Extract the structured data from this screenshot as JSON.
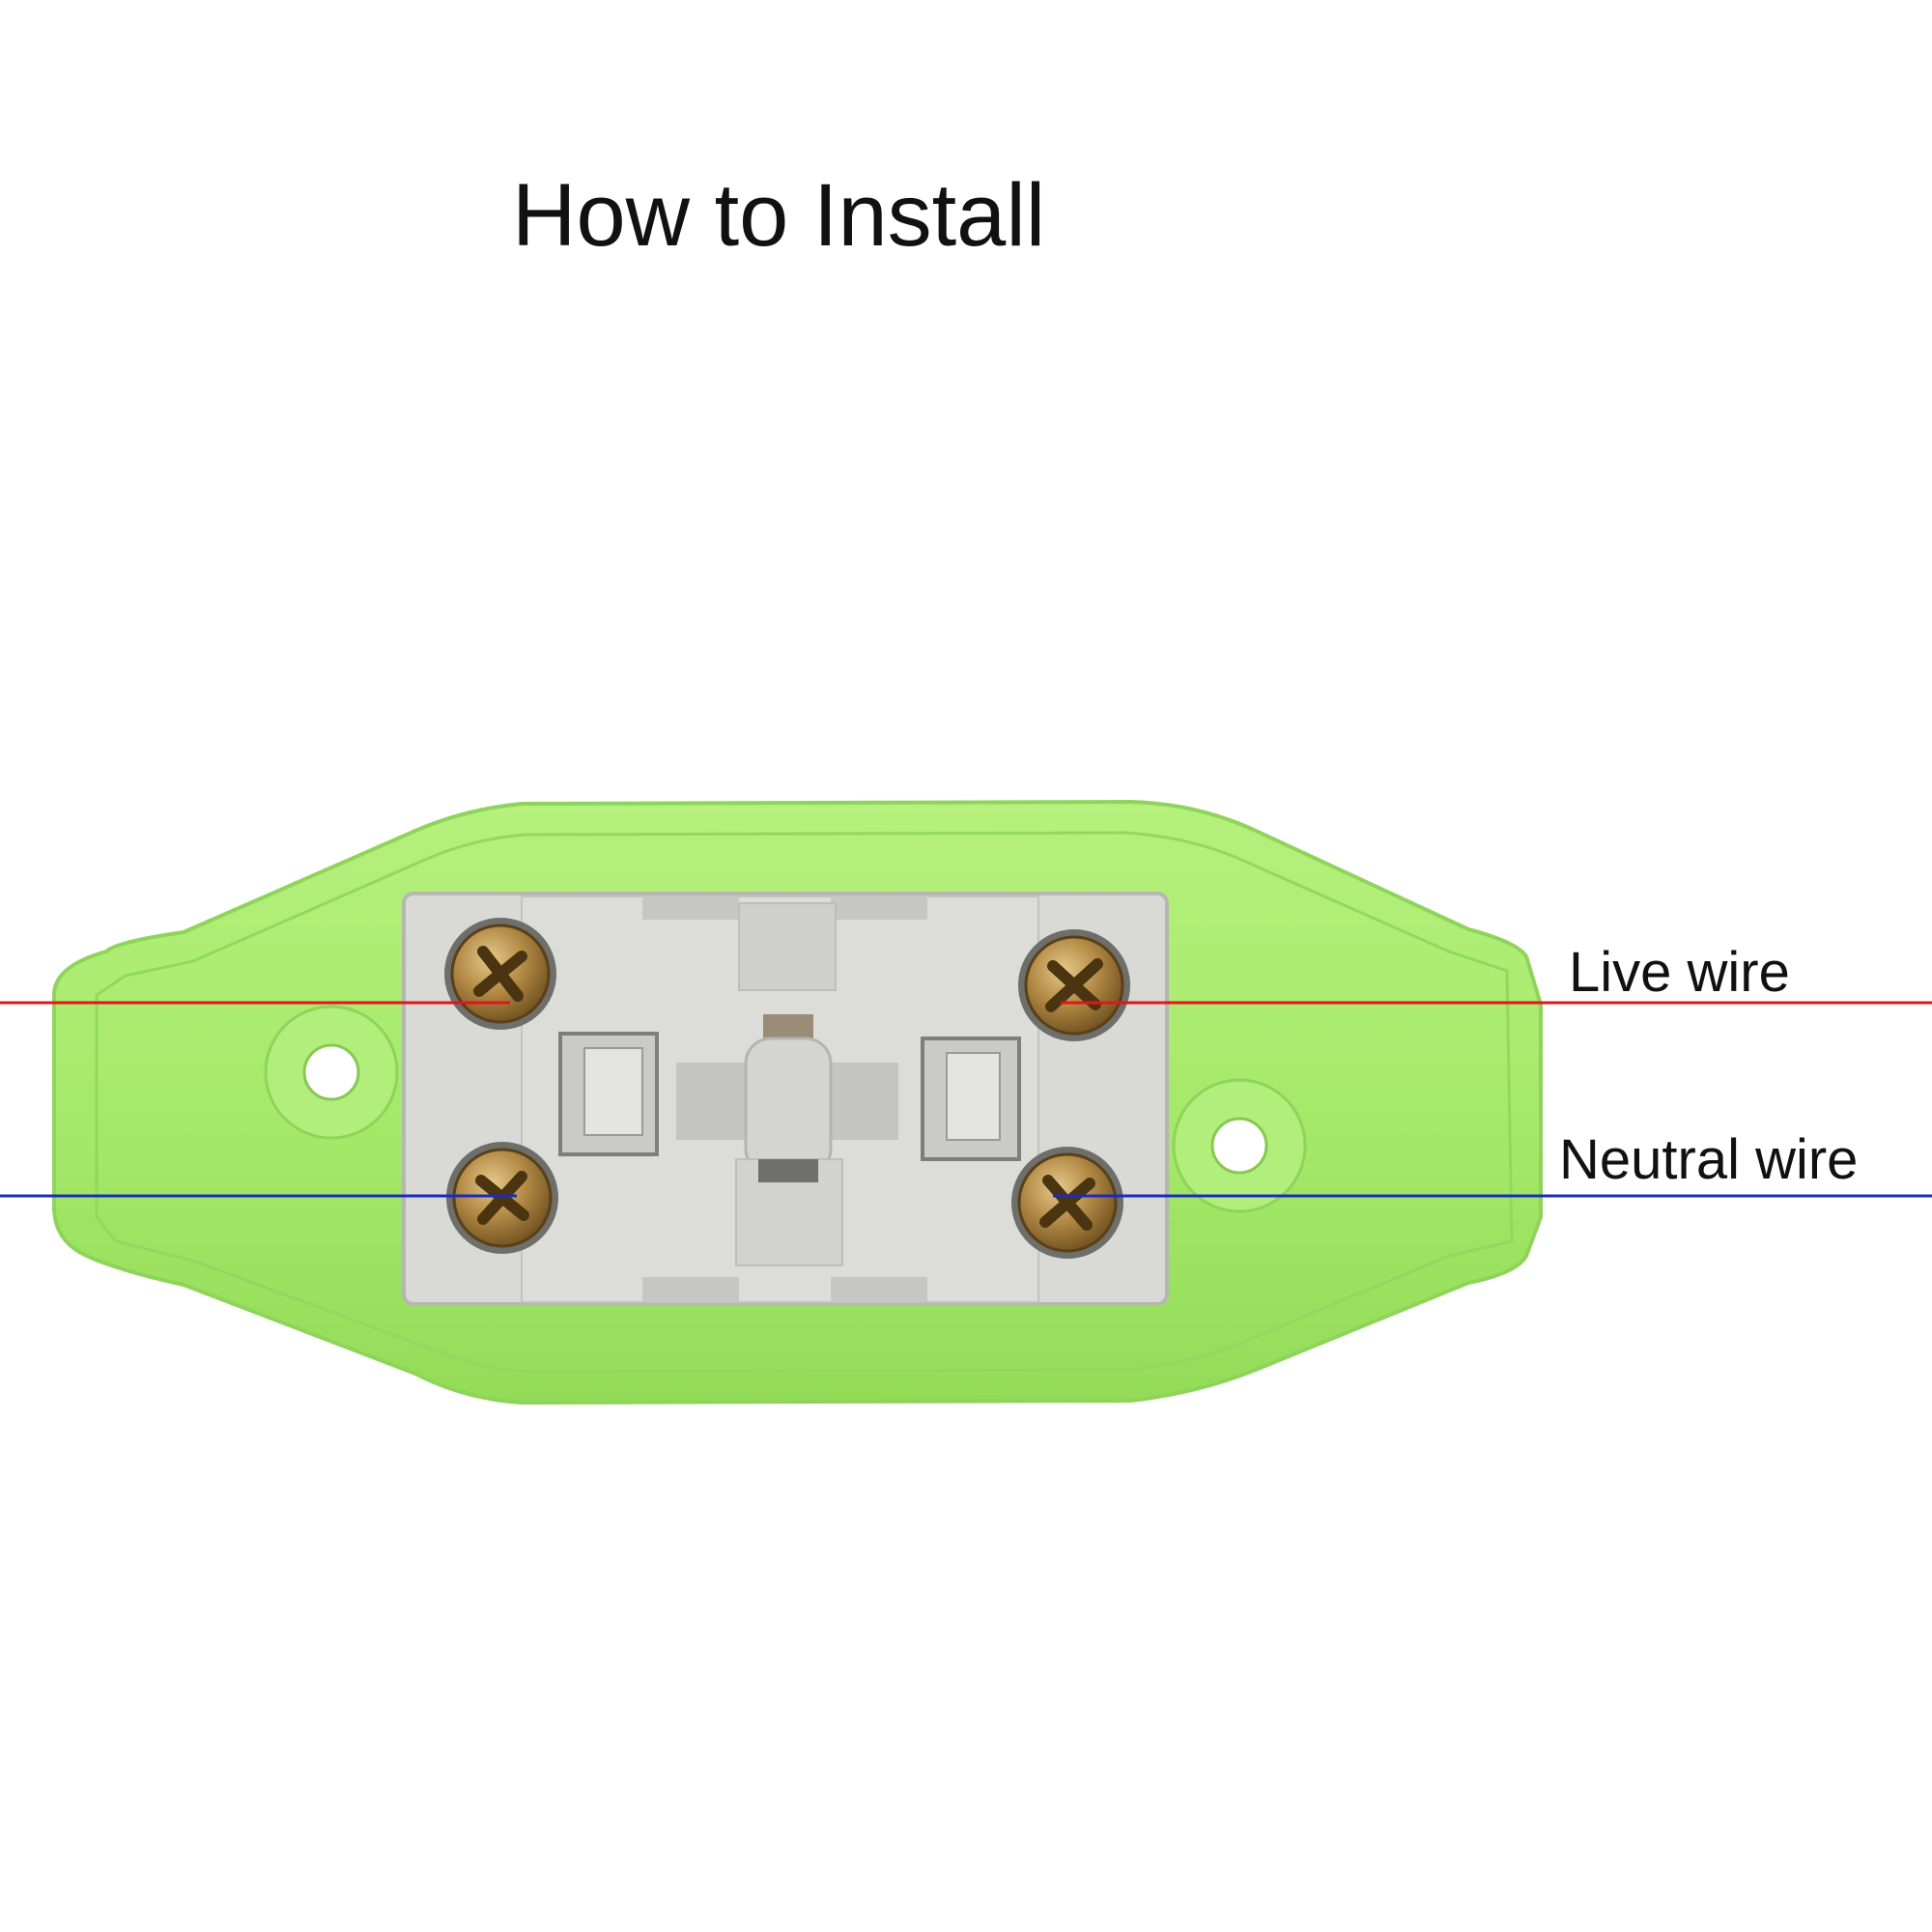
{
  "title": "How to Install",
  "labels": {
    "live": "Live wire",
    "neutral": "Neutral wire"
  },
  "colors": {
    "live_wire": "#e0161c",
    "neutral_wire": "#1a2bbf",
    "housing": "#a8ec6e",
    "terminal_block": "#d8d8d6",
    "screw": "#b38a45"
  }
}
